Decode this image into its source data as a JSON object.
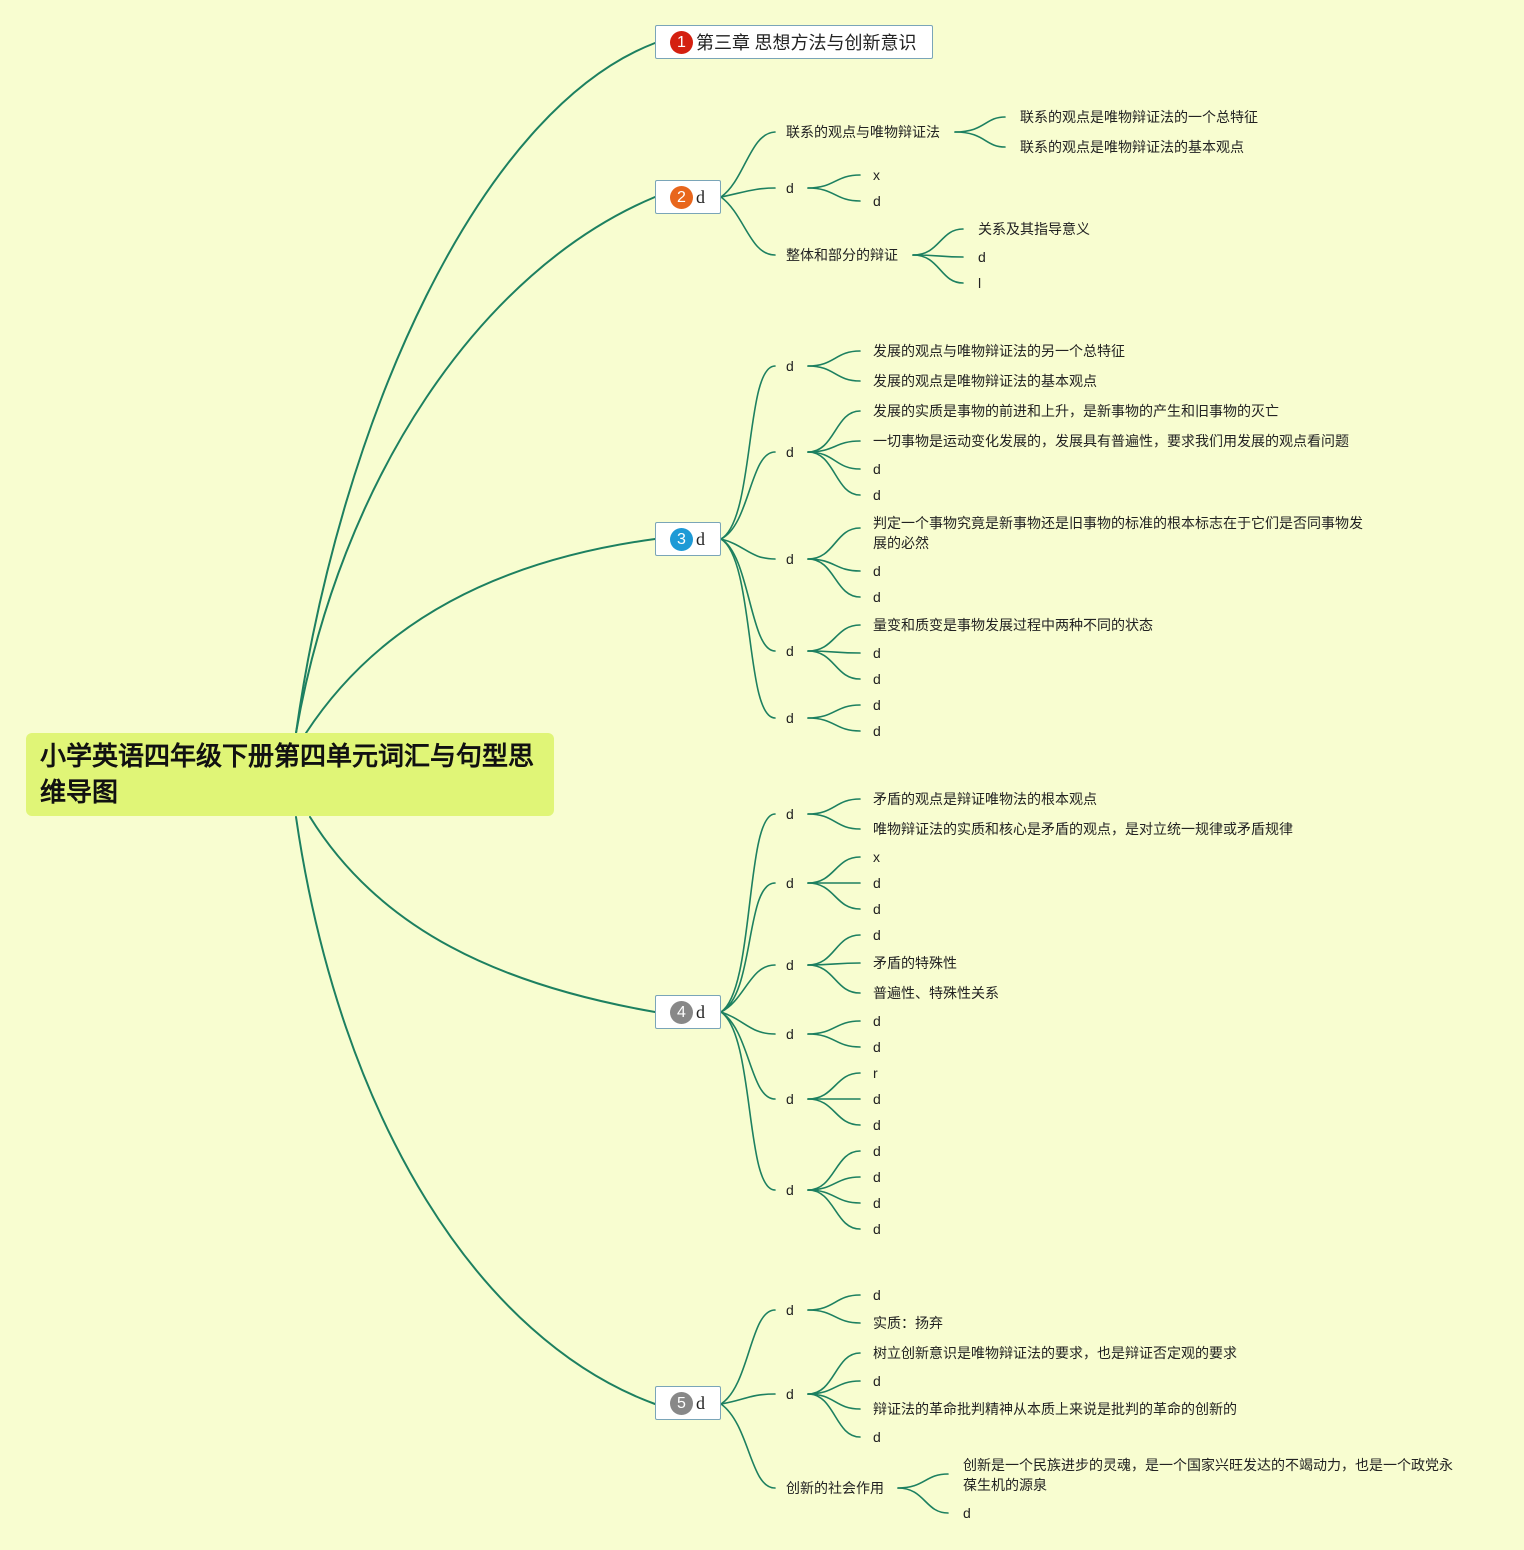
{
  "central": {
    "title": "小学英语四年级下册第四单元词汇与句型思维导图"
  },
  "colors": {
    "line": "#1d8060",
    "background": "#f8fdd0",
    "central_fill": "#e0f577"
  },
  "topics": [
    {
      "num": "1",
      "label": "第三章 思想方法与创新意识",
      "badge_color": "#d42010"
    },
    {
      "num": "2",
      "label": "d",
      "badge_color": "#e8661c"
    },
    {
      "num": "3",
      "label": "d",
      "badge_color": "#1e9ad6"
    },
    {
      "num": "4",
      "label": "d",
      "badge_color": "#888888"
    },
    {
      "num": "5",
      "label": "d",
      "badge_color": "#888888"
    }
  ],
  "t2": {
    "a": {
      "label": "联系的观点与唯物辩证法",
      "children": [
        "联系的观点是唯物辩证法的一个总特征",
        "联系的观点是唯物辩证法的基本观点"
      ]
    },
    "b": {
      "label": "d",
      "children": [
        "x",
        "d"
      ]
    },
    "c": {
      "label": "整体和部分的辩证",
      "children": [
        "关系及其指导意义",
        "d",
        "l"
      ]
    }
  },
  "t3": {
    "a": {
      "label": "d",
      "children": [
        "发展的观点与唯物辩证法的另一个总特征",
        "发展的观点是唯物辩证法的基本观点"
      ]
    },
    "b": {
      "label": "d",
      "children": [
        "发展的实质是事物的前进和上升，是新事物的产生和旧事物的灭亡",
        "一切事物是运动变化发展的，发展具有普遍性，要求我们用发展的观点看问题",
        "d",
        "d"
      ]
    },
    "c": {
      "label": "d",
      "children": [
        "判定一个事物究竟是新事物还是旧事物的标准的根本标志在于它们是否同事物发展的必然",
        "d",
        "d"
      ]
    },
    "d": {
      "label": "d",
      "children": [
        "量变和质变是事物发展过程中两种不同的状态",
        "d",
        "d"
      ]
    },
    "e": {
      "label": "d",
      "children": [
        "d",
        "d"
      ]
    }
  },
  "t4": {
    "a": {
      "label": "d",
      "children": [
        "矛盾的观点是辩证唯物法的根本观点",
        "唯物辩证法的实质和核心是矛盾的观点，是对立统一规律或矛盾规律"
      ]
    },
    "b": {
      "label": "d",
      "children": [
        "x",
        "d",
        "d"
      ]
    },
    "c": {
      "label": "d",
      "children": [
        "d",
        "矛盾的特殊性",
        "普遍性、特殊性关系"
      ]
    },
    "d": {
      "label": "d",
      "children": [
        "d",
        "d"
      ]
    },
    "e": {
      "label": "d",
      "children": [
        "r",
        "d",
        "d"
      ]
    },
    "f": {
      "label": "d",
      "children": [
        "d",
        "d",
        "d",
        "d"
      ]
    }
  },
  "t5": {
    "a": {
      "label": "d",
      "children": [
        "d",
        "实质：扬弃"
      ]
    },
    "b": {
      "label": "d",
      "children": [
        "树立创新意识是唯物辩证法的要求，也是辩证否定观的要求",
        "d",
        "辩证法的革命批判精神从本质上来说是批判的革命的创新的",
        "d"
      ]
    },
    "c": {
      "label": "创新的社会作用",
      "children": [
        "创新是一个民族进步的灵魂，是一个国家兴旺发达的不竭动力，也是一个政党永葆生机的源泉",
        "d"
      ]
    }
  }
}
